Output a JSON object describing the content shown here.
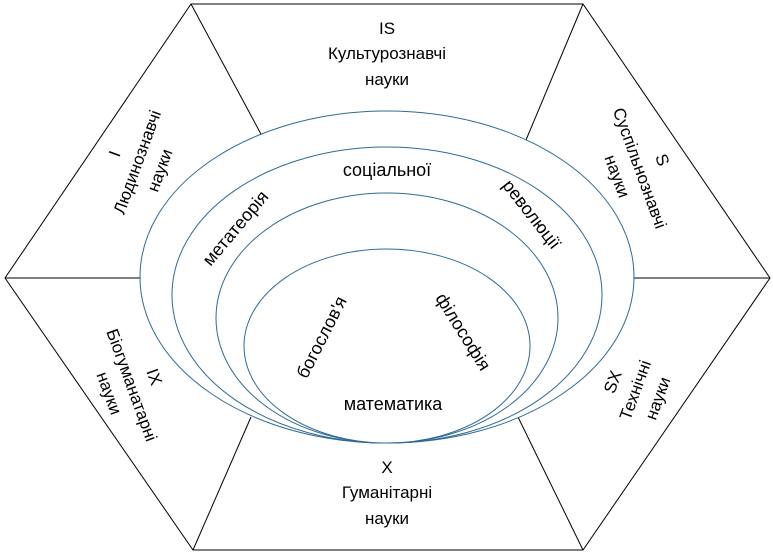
{
  "segments": {
    "top": {
      "code": "IS",
      "line1": "Культурознавчі",
      "line2": "науки"
    },
    "upper_left": {
      "code": "I",
      "line1": "Людинознавчі",
      "line2": "науки"
    },
    "upper_right": {
      "code": "S",
      "line1": "Суспільнознавчі",
      "line2": "науки"
    },
    "lower_left": {
      "code": "IX",
      "line1": "Біогуманатарні",
      "line2": "науки"
    },
    "lower_right": {
      "code": "SX",
      "line1": "Технічні",
      "line2": "науки"
    },
    "bottom": {
      "code": "X",
      "line1": "Гуманітарні",
      "line2": "науки"
    }
  },
  "rings": {
    "social": "соціальної",
    "metatheory": "метатеорія",
    "revolution": "революції",
    "theology": "богослов'я",
    "philosophy": "філософія",
    "mathematics": "математика"
  },
  "colors": {
    "ring_stroke": "#2e6a96",
    "lines": "#000000"
  }
}
